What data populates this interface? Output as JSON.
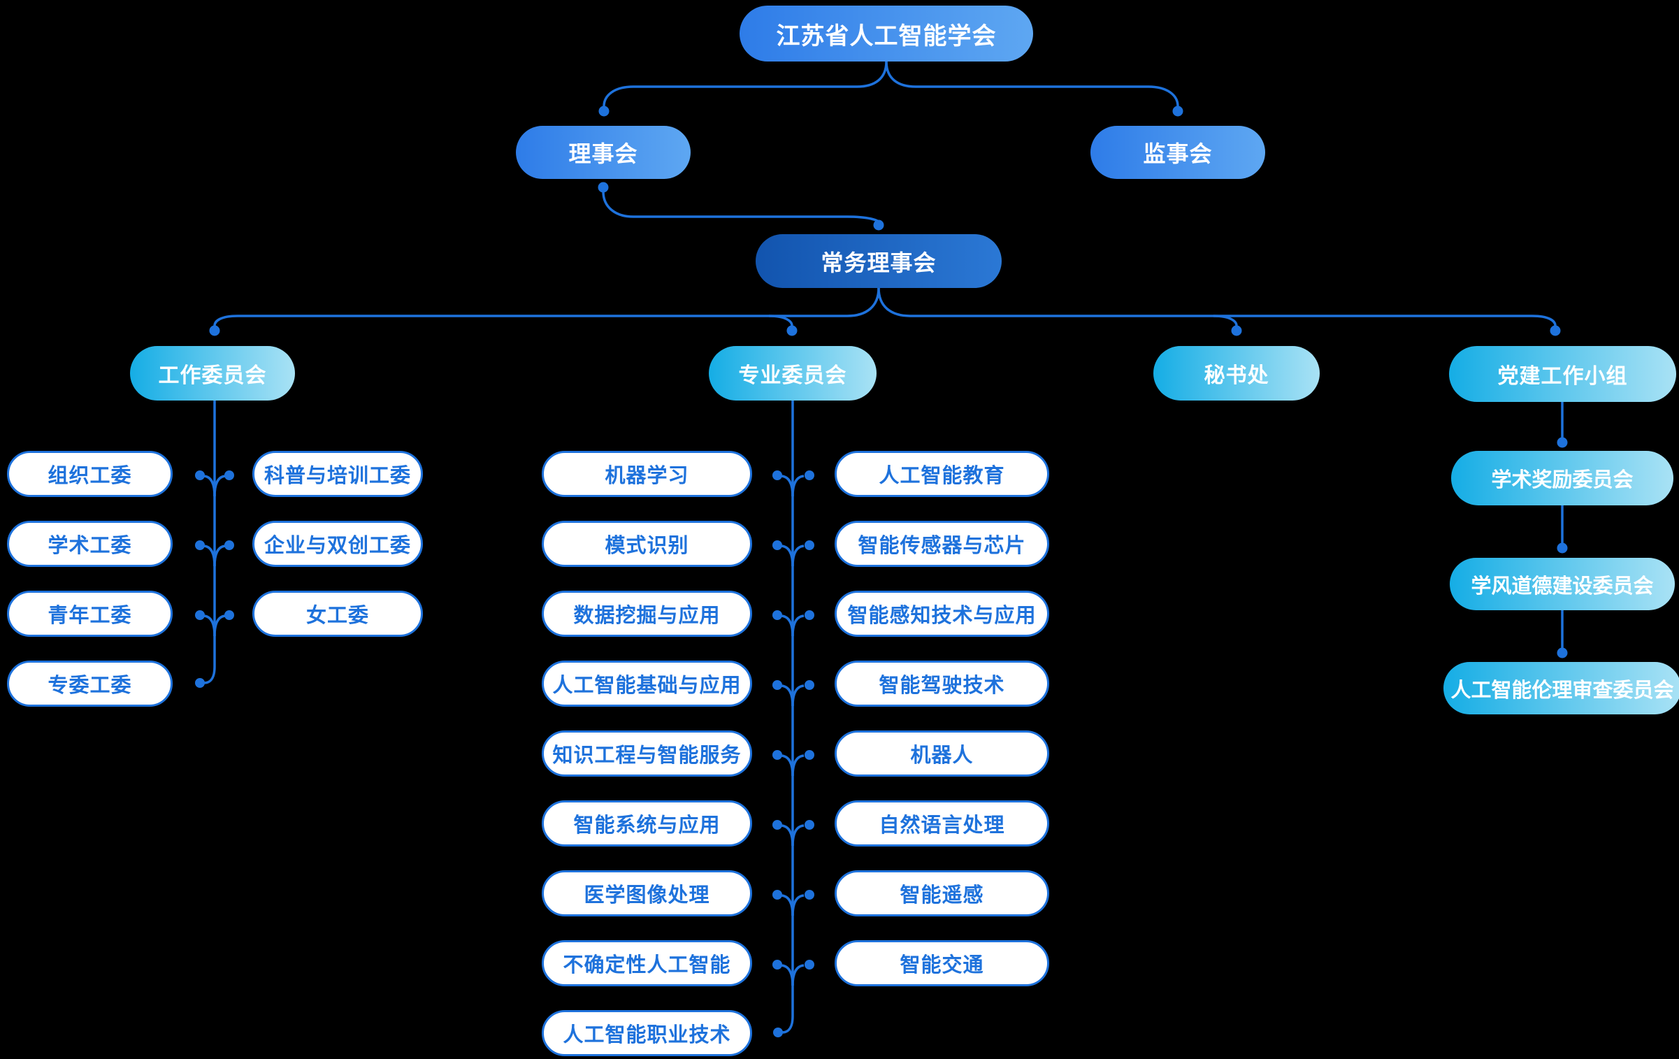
{
  "colors": {
    "background": "#000000",
    "primary_gradient_start": "#2e7ce8",
    "primary_gradient_end": "#5ea7f2",
    "dark_gradient_start": "#1254ae",
    "dark_gradient_end": "#2b78d5",
    "cyan_gradient_start": "#15ade5",
    "cyan_gradient_end": "#a9e2f5",
    "connector": "#1e72dc",
    "leaf_background": "#ffffff",
    "leaf_text": "#1e72dc"
  },
  "org": {
    "root": {
      "label": "江苏省人工智能学会"
    },
    "level2": [
      {
        "label": "理事会"
      },
      {
        "label": "监事会"
      }
    ],
    "level3": {
      "label": "常务理事会"
    },
    "branches": [
      {
        "label": "工作委员会",
        "children_left": [
          "组织工委",
          "学术工委",
          "青年工委",
          "专委工委"
        ],
        "children_right": [
          "科普与培训工委",
          "企业与双创工委",
          "女工委"
        ]
      },
      {
        "label": "专业委员会",
        "children_left": [
          "机器学习",
          "模式识别",
          "数据挖掘与应用",
          "人工智能基础与应用",
          "知识工程与智能服务",
          "智能系统与应用",
          "医学图像处理",
          "不确定性人工智能",
          "人工智能职业技术"
        ],
        "children_right": [
          "人工智能教育",
          "智能传感器与芯片",
          "智能感知技术与应用",
          "智能驾驶技术",
          "机器人",
          "自然语言处理",
          "智能遥感",
          "智能交通"
        ]
      },
      {
        "label": "秘书处"
      },
      {
        "label": "党建工作小组",
        "chain": [
          "学术奖励委员会",
          "学风道德建设委员会",
          "人工智能伦理审查委员会"
        ]
      }
    ]
  }
}
